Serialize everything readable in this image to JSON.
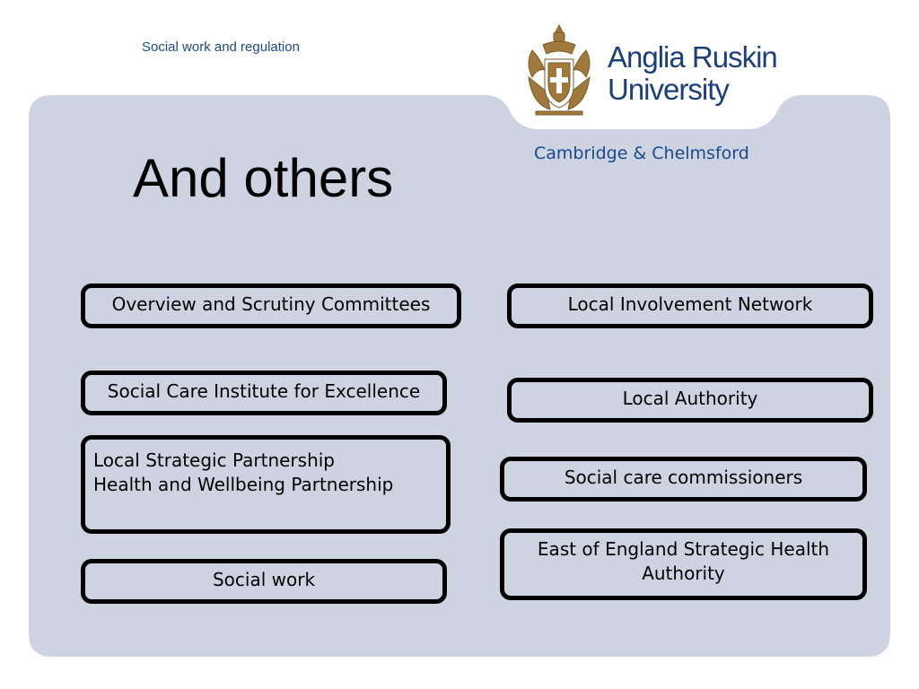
{
  "header": {
    "subtitle": "Social work and regulation"
  },
  "logo": {
    "icon": "coat-of-arms",
    "name_line1": "Anglia Ruskin",
    "name_line2": "University",
    "campus": "Cambridge & Chelmsford"
  },
  "slide": {
    "title": "And others",
    "boxes": {
      "overview": "Overview and Scrutiny Committees",
      "local_involvement": "Local Involvement Network",
      "scie": "Social Care Institute for Excellence",
      "local_authority": "Local Authority",
      "lsp_line1": "Local Strategic Partnership",
      "lsp_line2": "Health and Wellbeing Partnership",
      "commissioners": "Social care commissioners",
      "sha": "East of England Strategic Health Authority",
      "social_work": "Social work"
    }
  },
  "colors": {
    "panel": "#cdd3e1",
    "brand_blue": "#1c3f7c",
    "crest_gold": "#a07a3c"
  }
}
